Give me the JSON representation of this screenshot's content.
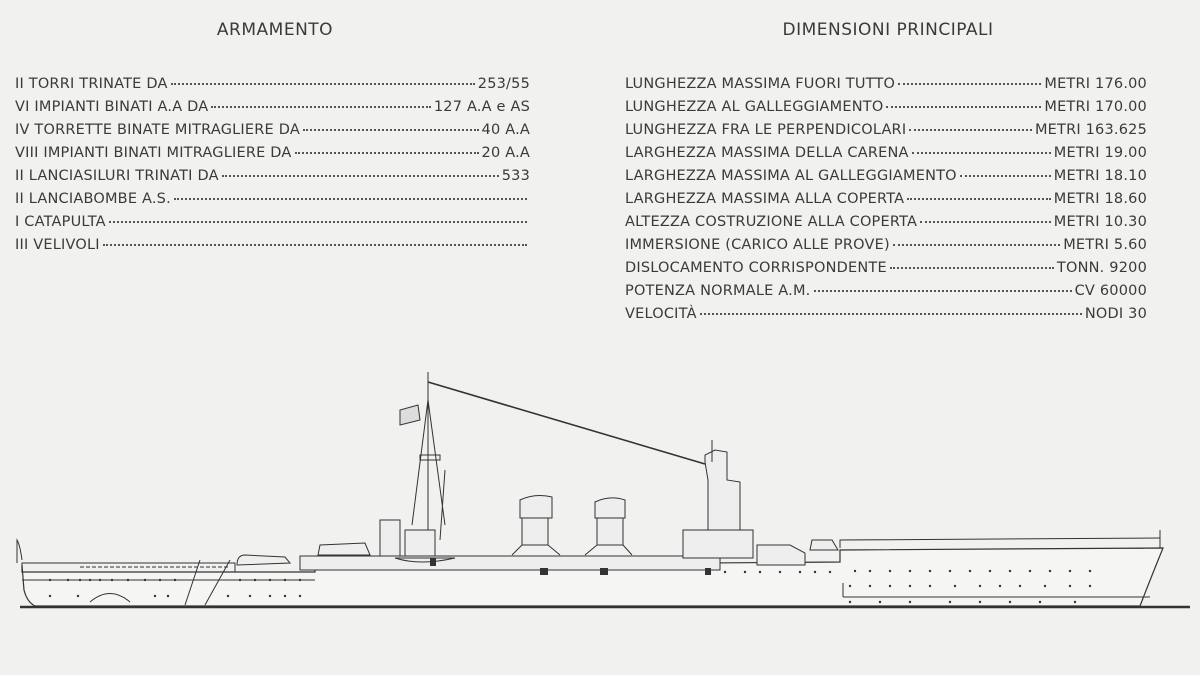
{
  "armamento": {
    "title": "ARMAMENTO",
    "rows": [
      {
        "label": "II TORRI TRINATE DA",
        "value": "253/55"
      },
      {
        "label": "VI IMPIANTI BINATI A.A DA",
        "value": "127 A.A e AS"
      },
      {
        "label": "IV TORRETTE BINATE MITRAGLIERE DA",
        "value": "40 A.A"
      },
      {
        "label": "VIII IMPIANTI BINATI MITRAGLIERE DA",
        "value": "20 A.A"
      },
      {
        "label": "II LANCIASILURI TRINATI DA",
        "value": "533"
      },
      {
        "label": "II LANCIABOMBE A.S.",
        "value": ""
      },
      {
        "label": "I CATAPULTA",
        "value": ""
      },
      {
        "label": "III VELIVOLI",
        "value": ""
      }
    ]
  },
  "dimensioni": {
    "title": "DIMENSIONI PRINCIPALI",
    "rows": [
      {
        "label": "LUNGHEZZA MASSIMA FUORI TUTTO",
        "value": "METRI 176.00"
      },
      {
        "label": "LUNGHEZZA AL GALLEGGIAMENTO",
        "value": "METRI 170.00"
      },
      {
        "label": "LUNGHEZZA FRA LE PERPENDICOLARI",
        "value": "METRI 163.625"
      },
      {
        "label": "LARGHEZZA MASSIMA DELLA CARENA",
        "value": "METRI 19.00"
      },
      {
        "label": "LARGHEZZA MASSIMA AL GALLEGGIAMENTO",
        "value": "METRI 18.10"
      },
      {
        "label": "LARGHEZZA MASSIMA ALLA COPERTA",
        "value": "METRI 18.60"
      },
      {
        "label": "ALTEZZA COSTRUZIONE ALLA COPERTA",
        "value": "METRI 10.30"
      },
      {
        "label": "IMMERSIONE (CARICO ALLE PROVE)",
        "value": "METRI 5.60"
      },
      {
        "label": "DISLOCAMENTO CORRISPONDENTE",
        "value": "TONN. 9200"
      },
      {
        "label": "POTENZA NORMALE A.M.",
        "value": "CV 60000"
      },
      {
        "label": "VELOCITÀ",
        "value": "NODI 30"
      }
    ]
  },
  "colors": {
    "ink": "#3a3a3a",
    "paper": "#f1f1f0"
  }
}
